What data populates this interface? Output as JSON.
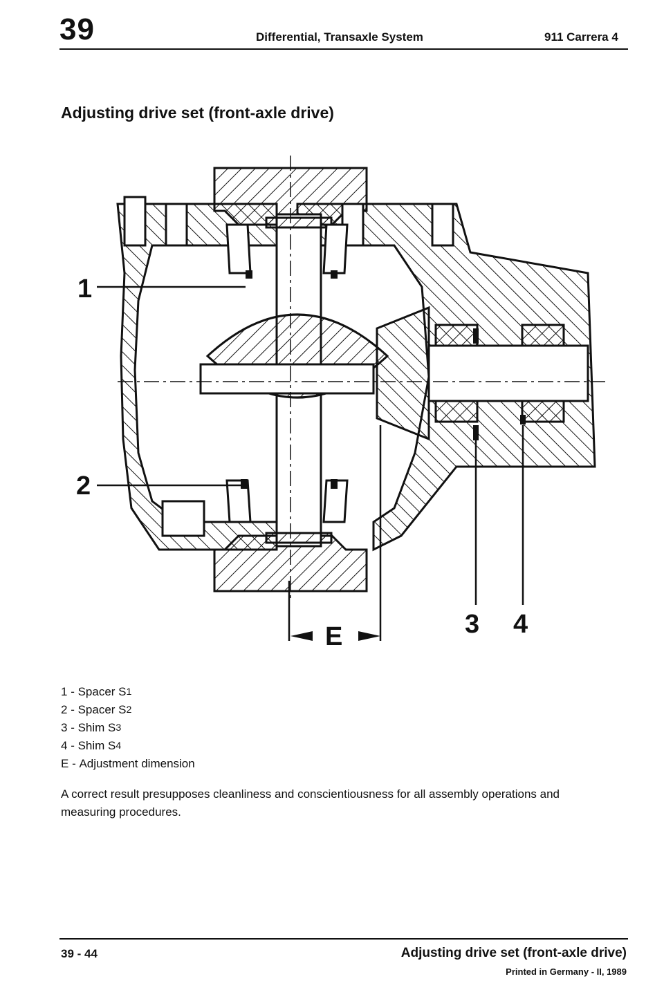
{
  "header": {
    "chapter_number": "39",
    "title": "Differential, Transaxle System",
    "model": "911 Carrera 4"
  },
  "section_title": "Adjusting drive set (front-axle drive)",
  "figure": {
    "callouts": [
      "1",
      "2",
      "3",
      "4"
    ],
    "dimension_label": "E"
  },
  "legend": [
    {
      "key": "1",
      "sep": " - ",
      "text": "Spacer S",
      "sub": "1"
    },
    {
      "key": "2",
      "sep": " - ",
      "text": "Spacer S",
      "sub": "2"
    },
    {
      "key": "3",
      "sep": " - ",
      "text": "Shim S",
      "sub": "3"
    },
    {
      "key": "4",
      "sep": " - ",
      "text": "Shim S",
      "sub": "4"
    },
    {
      "key": "E",
      "sep": " - ",
      "text": "Adjustment dimension",
      "sub": ""
    }
  ],
  "body_text": "A correct result presupposes cleanliness and conscientiousness for all assembly operations and measuring procedures.",
  "footer": {
    "page_number": "39 - 44",
    "title": "Adjusting drive set (front-axle drive)",
    "printed": "Printed in Germany - II, 1989"
  }
}
